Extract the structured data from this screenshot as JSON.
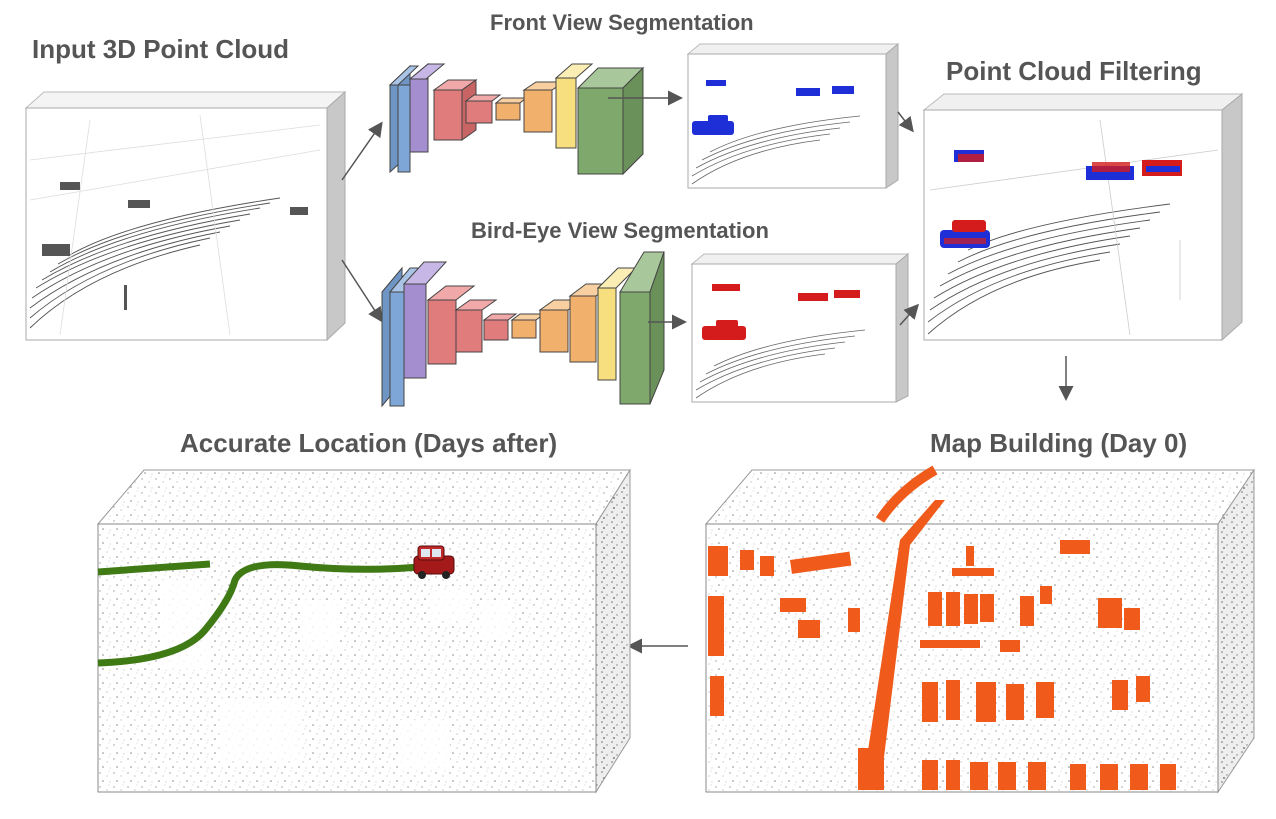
{
  "labels": {
    "input": "Input 3D Point Cloud",
    "front": "Front View Segmentation",
    "bird": "Bird-Eye View Segmentation",
    "filter": "Point Cloud Filtering",
    "location": "Accurate Location (Days after)",
    "map": "Map Building (Day 0)"
  },
  "colors": {
    "conv_blue": "#7ea6d6",
    "conv_purple": "#a48ed0",
    "conv_red": "#e07c7c",
    "conv_orange": "#f2b06d",
    "conv_yellow": "#f7df7f",
    "conv_green": "#7fa86d",
    "seg_blue": "#1f2fd8",
    "seg_red": "#d41c1c",
    "map_orange": "#f05a1a",
    "track_green": "#3f7a15",
    "arrow": "#555555"
  },
  "icons": [
    "point-cloud-box",
    "cnn-encoder-decoder",
    "car-icon",
    "trajectory-path",
    "arrow-icon"
  ]
}
